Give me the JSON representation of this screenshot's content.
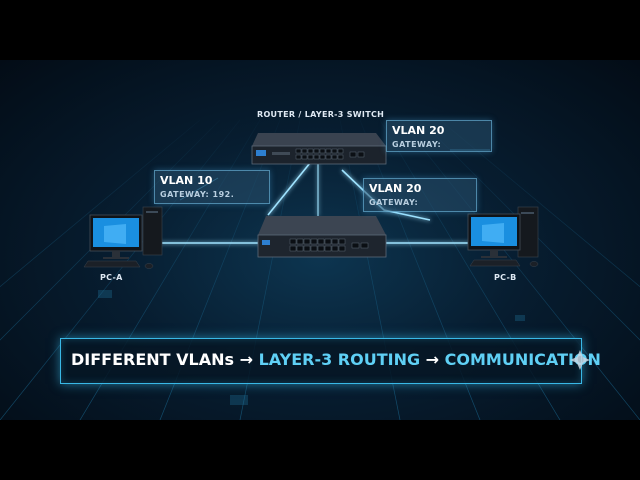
{
  "router": {
    "caption": "ROUTER / LAYER-3 SWITCH"
  },
  "vlan_labels": [
    {
      "id": "vlan20_top",
      "title": "VLAN 20",
      "gateway": "GATEWAY:"
    },
    {
      "id": "vlan10",
      "title": "VLAN 10",
      "gateway": "GATEWAY: 192."
    },
    {
      "id": "vlan20_mid",
      "title": "VLAN 20",
      "gateway": "GATEWAY:"
    }
  ],
  "pcs": [
    {
      "label": "PC-A"
    },
    {
      "label": "PC-B"
    }
  ],
  "banner": {
    "part1": "DIFFERENT VLANs",
    "arrow1": " → ",
    "part2": "LAYER-3 ROUTING",
    "arrow2": " → ",
    "part3": "COMMUNICATION"
  },
  "colors": {
    "accent": "#39b8e6",
    "accent_text": "#5fd0f5",
    "background": "#071d30"
  },
  "icons": [
    "router-icon",
    "switch-icon",
    "desktop-pc-icon",
    "sparkle-icon"
  ]
}
